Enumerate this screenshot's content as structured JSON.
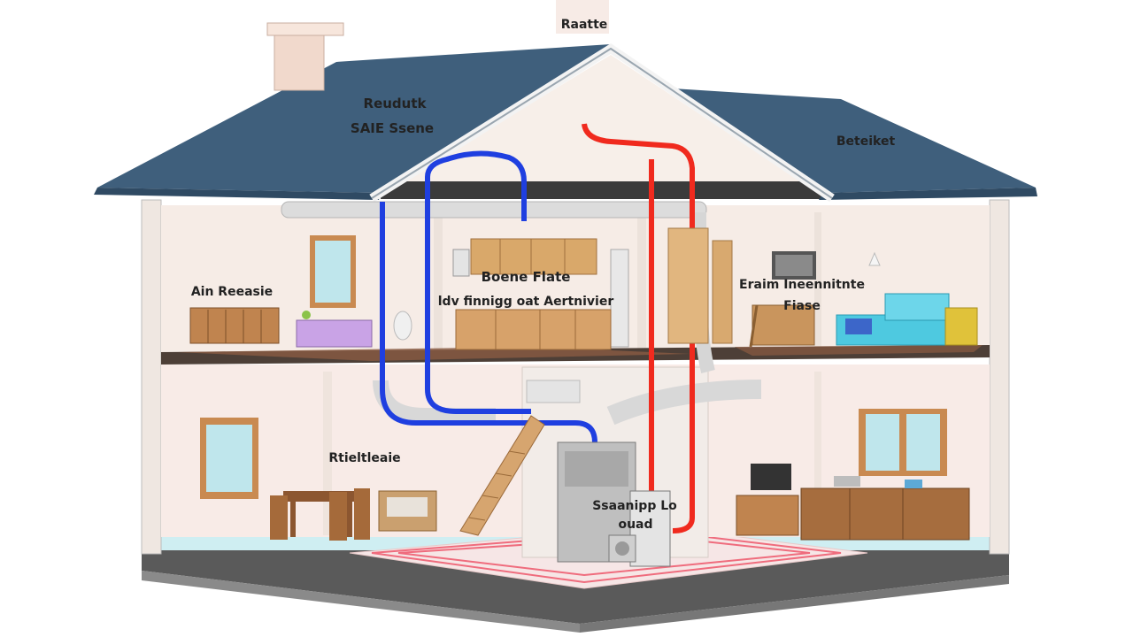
{
  "labels": {
    "top": "Raatte",
    "roof_left_1": "Reudutk",
    "roof_left_2": "SAIE Ssene",
    "roof_right": "Beteiket",
    "room_upper_left": "Ain Reeasie",
    "room_upper_center_1": "Boene Flate",
    "room_upper_center_2": "ldv finnigg oat Aertnivier",
    "room_upper_right_1": "Eraim Ineennitnte",
    "room_upper_right_2": "Fiase",
    "room_lower_left": "Rtieltleaie",
    "unit_1": "Ssaanipp Lo",
    "unit_2": "ouad"
  },
  "colors": {
    "roof": "#3f5f7c",
    "roof_dark": "#2f4a63",
    "chimney": "#f1d9cc",
    "wall_upper": "#f6ece6",
    "wall_lower": "#f8ebe7",
    "gable": "#f7efe9",
    "floor_slab": "#4d3f37",
    "floor_wood": "#8a5b42",
    "ground_floor": "#cfeef2",
    "base": "#5a5a5a",
    "cold_pipe": "#1f3fe0",
    "hot_pipe": "#f02a1e",
    "duct": "#dcdcdc",
    "furniture_wood": "#c0844f",
    "window_glass": "#bfe6ec",
    "cyan_sofa": "#4ec9e0",
    "purple_cabinet": "#c9a3e6"
  }
}
